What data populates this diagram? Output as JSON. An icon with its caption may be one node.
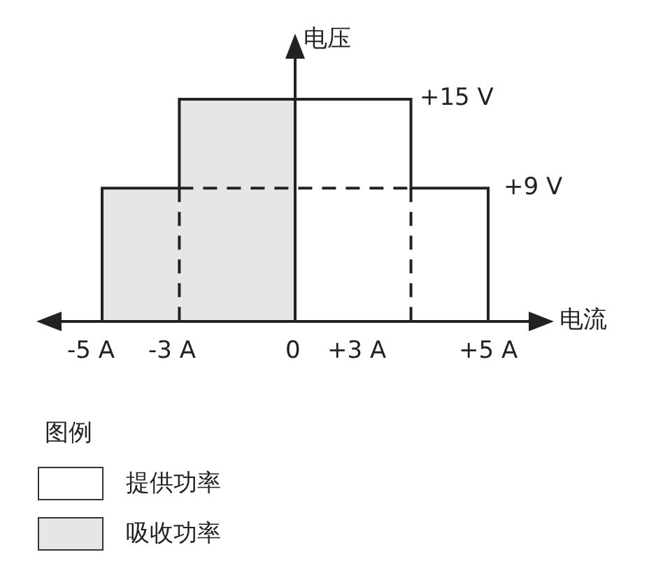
{
  "diagram": {
    "labels": [
      "电压",
      "+15 V",
      "+9 V",
      "电流",
      "-5 A",
      "-3 A",
      "0",
      "+3 A",
      "+5 A",
      "图例"
    ],
    "legend": [
      {
        "text": "提供功率",
        "color": "#ffffff"
      },
      {
        "text": "吸收功率",
        "color": "#e6e6e6"
      }
    ]
  }
}
